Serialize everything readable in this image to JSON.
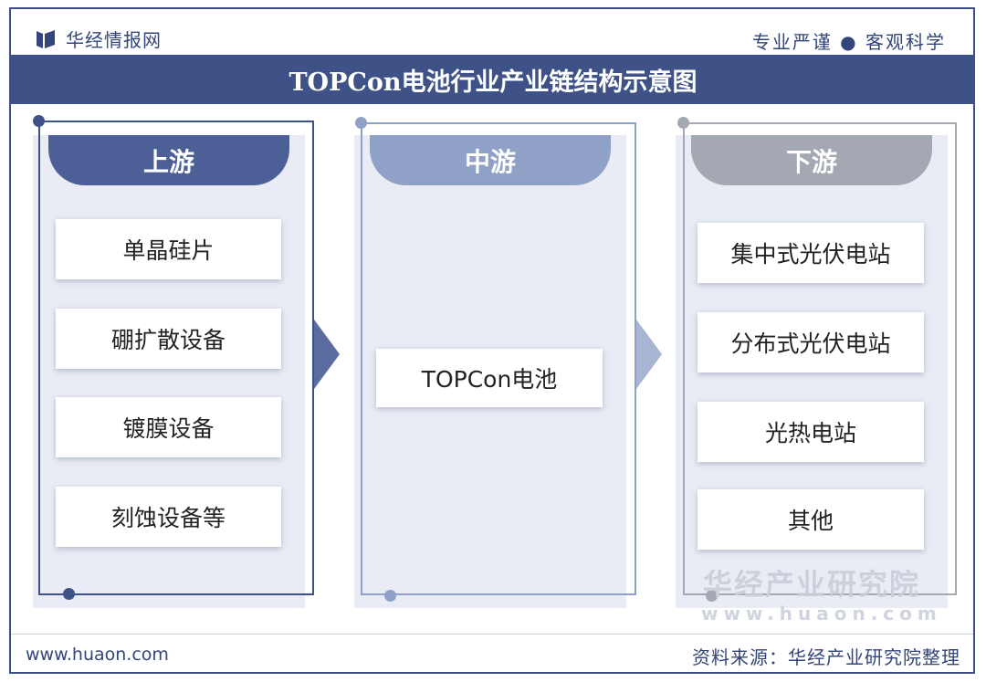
{
  "header": {
    "brand": "华经情报网",
    "slogan": "专业严谨 ● 客观科学"
  },
  "title": "TOPCon电池行业产业链结构示意图",
  "sections": [
    {
      "label": "上游",
      "items": [
        "单晶硅片",
        "硼扩散设备",
        "镀膜设备",
        "刻蚀设备等"
      ]
    },
    {
      "label": "中游",
      "items": [
        "TOPCon电池"
      ]
    },
    {
      "label": "下游",
      "items": [
        "集中式光伏电站",
        "分布式光伏电站",
        "光热电站",
        "其他"
      ]
    }
  ],
  "watermark": {
    "text": "华经产业研究院",
    "url": "www.huaon.com"
  },
  "footer": {
    "website": "www.huaon.com",
    "source": "资料来源：华经产业研究院整理"
  },
  "colors": {
    "primary": "#3f5288",
    "upstream_head": "#4c5f97",
    "midstream_head": "#8fa1c6",
    "downstream_head": "#a3a8b3",
    "panel_bg": "#e9ecf4"
  }
}
